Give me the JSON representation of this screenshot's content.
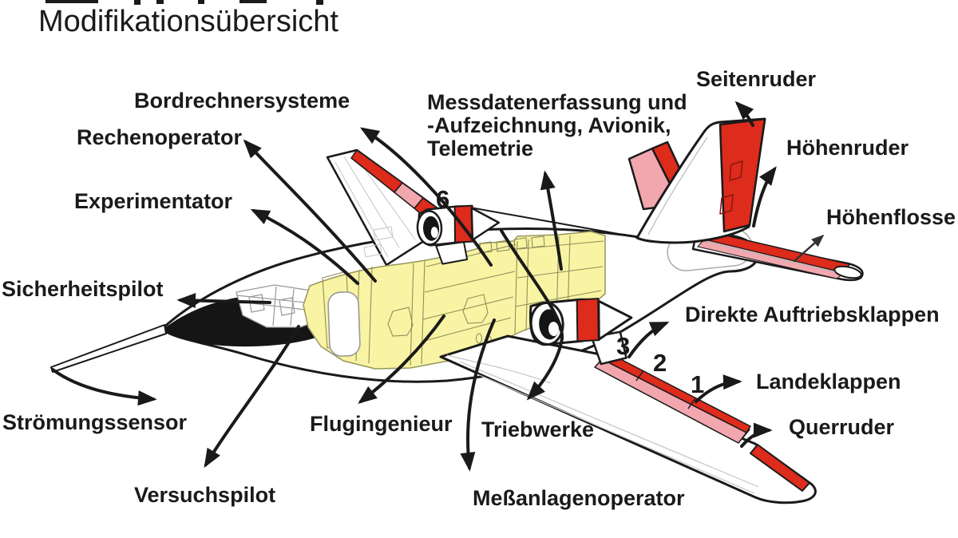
{
  "title": "Modifikationsübersicht",
  "labels": {
    "bordrechnersysteme": "Bordrechnersysteme",
    "rechenoperator": "Rechenoperator",
    "messdaten_line1": "Messdatenerfassung und",
    "messdaten_line2": "-Aufzeichnung, Avionik,",
    "messdaten_line3": "Telemetrie",
    "seitenruder": "Seitenruder",
    "hoehenruder": "Höhenruder",
    "hoehenflosse": "Höhenflosse",
    "experimentator": "Experimentator",
    "sicherheitspilot": "Sicherheitspilot",
    "stroemungssensor": "Strömungssensor",
    "versuchspilot": "Versuchspilot",
    "flugingenieur": "Flugingenieur",
    "triebwerke": "Triebwerke",
    "messanlagenoperator": "Meßanlagenoperator",
    "direkte_auftriebsklappen": "Direkte Auftriebsklappen",
    "landeklappen": "Landeklappen",
    "querruder": "Querruder"
  },
  "markers": {
    "far_engine": "6",
    "flap_3": "3",
    "flap_2": "2",
    "flap_1": "1"
  },
  "colors": {
    "red": "#DD2B1C",
    "pink": "#F2A7AE",
    "yellow": "#F8F4A4",
    "ink": "#1A1A1A"
  }
}
